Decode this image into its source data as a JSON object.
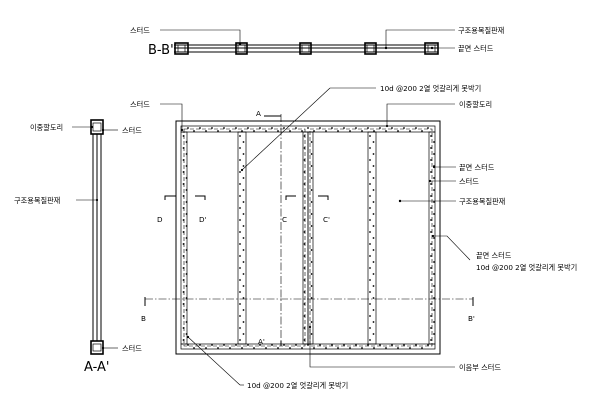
{
  "sections": {
    "bb": {
      "title": "B-B'",
      "stud": "스터드",
      "panel": "구조용목질판재",
      "edge_stud": "끝면 스터드"
    },
    "aa": {
      "title": "A-A'",
      "double_plate": "이중깔도리",
      "stud_top": "스터드",
      "panel": "구조용목질판재",
      "stud_bottom": "스터드"
    },
    "elevation": {
      "stud": "스터드",
      "nailing_top": "10d @200 2열 엇갈리게 못박기",
      "double_plate": "이중깔도리",
      "edge_stud": "끝면 스터드",
      "stud_right": "스터드",
      "panel": "구조용목질판재",
      "edge_stud_2": "끝면 스터드",
      "nailing_right": "10d @200 2열 엇갈리게 못박기",
      "joint_stud": "이음부 스터드",
      "nailing_bottom": "10d @200 2열 엇갈리게 못박기"
    },
    "markers": {
      "A": "A",
      "A_prime": "A'",
      "B": "B",
      "B_prime": "B'",
      "C": "C",
      "C_prime": "C'",
      "D": "D",
      "D_prime": "D'"
    }
  }
}
